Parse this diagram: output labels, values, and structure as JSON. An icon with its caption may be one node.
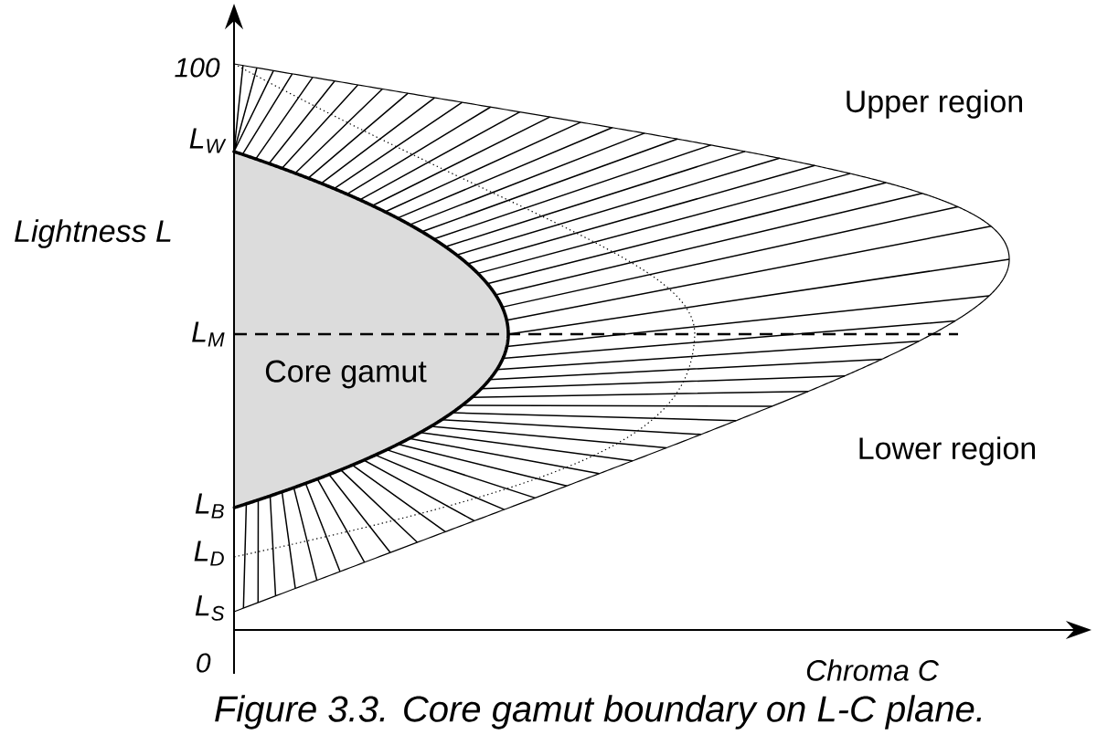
{
  "diagram": {
    "caption": "Figure 3.3. Core gamut boundary on L-C plane.",
    "nodes": [
      {
        "text": [
          "Core gamut"
        ]
      }
    ],
    "labels": [
      "100",
      "Upper region",
      "L$_{W}$",
      "Lightness L",
      "L$_{M}$",
      "Lower region",
      "L$_{B}$",
      "L$_{D}$",
      "L$_{S}$",
      "0",
      "Chroma C"
    ]
  }
}
